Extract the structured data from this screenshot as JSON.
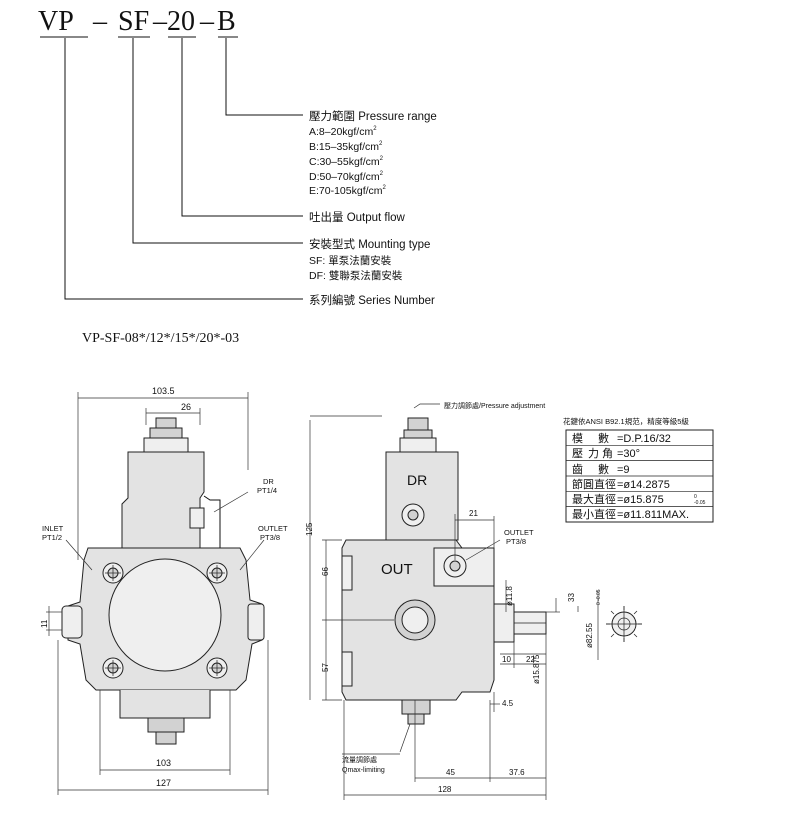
{
  "code": {
    "prefix": "VP",
    "sep1": "–",
    "mount": "SF",
    "sep2": "–",
    "flow": "20",
    "sep3": "–",
    "pressure": "B"
  },
  "legend": {
    "pressure_title": "壓力範圍  Pressure range",
    "pressure_items": [
      "A:8–20kgf/cm",
      "B:15–35kgf/cm",
      "C:30–55kgf/cm",
      "D:50–70kgf/cm",
      "E:70-105kgf/cm"
    ],
    "pressure_sup": "2",
    "flow_title": "吐出量  Output flow",
    "mounting_title": "安裝型式  Mounting type",
    "mounting_items": [
      "SF: 單泵法蘭安裝",
      "DF: 雙聯泵法蘭安裝"
    ],
    "series_title": "系列編號  Series Number"
  },
  "model_line": "VP-SF-08*/12*/15*/20*-03",
  "spline": {
    "header": "花鍵依ANSI B92.1規范，精度等級5級",
    "rows": [
      [
        "模",
        "數",
        "=D.P.16/32"
      ],
      [
        "壓",
        "力  角",
        "=30°"
      ],
      [
        "齒",
        "數",
        "=9"
      ],
      [
        "節圓直徑",
        "",
        "=ø14.2875"
      ],
      [
        "最大直徑",
        "",
        "=ø15.875"
      ],
      [
        "最小直徑",
        "",
        "=ø11.811MAX."
      ]
    ],
    "max_dia_tol_top": "0",
    "max_dia_tol_bottom": "-0.05"
  },
  "front_view": {
    "dim_top": "103.5",
    "dim_26": "26",
    "dim_bottom_inner": "103",
    "dim_bottom_outer": "127",
    "dim_11": "11",
    "dr_label": "DR",
    "dr_thread": "PT1/4",
    "inlet_label": "INLET",
    "inlet_thread": "PT1/2",
    "outlet_label": "OUTLET",
    "outlet_thread": "PT3/8"
  },
  "side_view": {
    "pressure_adj": "壓力調節處/Pressure adjustment",
    "dr_mark": "DR",
    "out_mark": "OUT",
    "dim_125": "125",
    "dim_66": "66",
    "dim_57": "57",
    "dim_21": "21",
    "outlet_label": "OUTLET",
    "outlet_thread": "PT3/8",
    "dim_11_8": "ø11.8",
    "dim_33": "33",
    "dim_82": "ø82.55",
    "dim_82_tol": "0 -0.05",
    "dim_15_875": "ø15.875",
    "dim_10": "10",
    "dim_22": "22",
    "dim_4_5": "4.5",
    "qmax_cn": "流量調節處",
    "qmax_en": "Qmax-limiting",
    "dim_45": "45",
    "dim_37_6": "37.6",
    "dim_128": "128"
  }
}
